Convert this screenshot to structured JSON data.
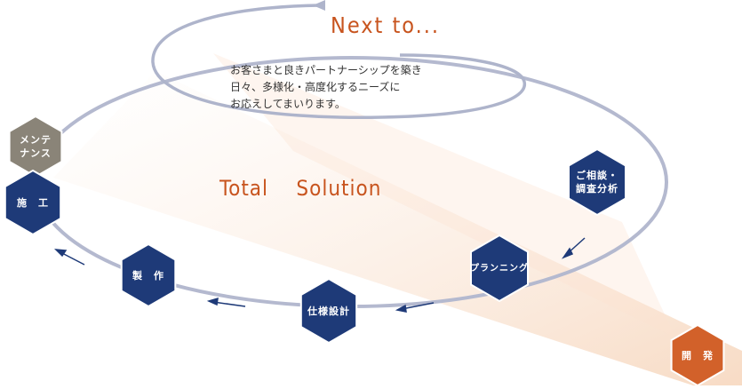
{
  "headline": "Next to...",
  "center_title": "Total    Solution",
  "description": [
    "お客さまと良きパートナーシップを築き",
    "日々、多様化・高度化するニーズに",
    "お応えしてまいります。"
  ],
  "steps": [
    {
      "id": "kaihatsu",
      "label": "開　発"
    },
    {
      "id": "soudan",
      "label": "ご相談・\n調査分析"
    },
    {
      "id": "planning",
      "label": "プランニング"
    },
    {
      "id": "shiyou",
      "label": "仕様設計"
    },
    {
      "id": "seisaku",
      "label": "製　作"
    },
    {
      "id": "sekou",
      "label": "施　工"
    },
    {
      "id": "maintenance",
      "label": "メンテ\nナンス"
    }
  ],
  "colors": {
    "navy": "#1e3a78",
    "orange": "#d2612a",
    "gray": "#8a8478",
    "accent_text": "#c8541e",
    "orbit": "#b4b9cf"
  }
}
